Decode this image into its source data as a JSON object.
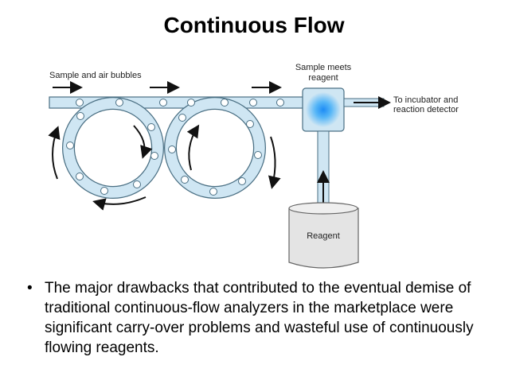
{
  "title": "Continuous Flow",
  "diagram": {
    "label_sample_air": "Sample and air bubbles",
    "label_meets_1": "Sample meets",
    "label_meets_2": "reagent",
    "label_incubator_1": "To incubator and",
    "label_incubator_2": "reaction detector",
    "label_reagent": "Reagent",
    "colors": {
      "tube": "#cfe6f3",
      "outline": "#4a6f83",
      "glow": "#2f9bf0",
      "reagent_fill": "#e4e4e4"
    }
  },
  "bullet": {
    "symbol": "•",
    "text": "The major drawbacks that contributed to the eventual demise of traditional continuous-flow analyzers in the marketplace were significant carry-over problems and wasteful use of continuously flowing reagents."
  }
}
